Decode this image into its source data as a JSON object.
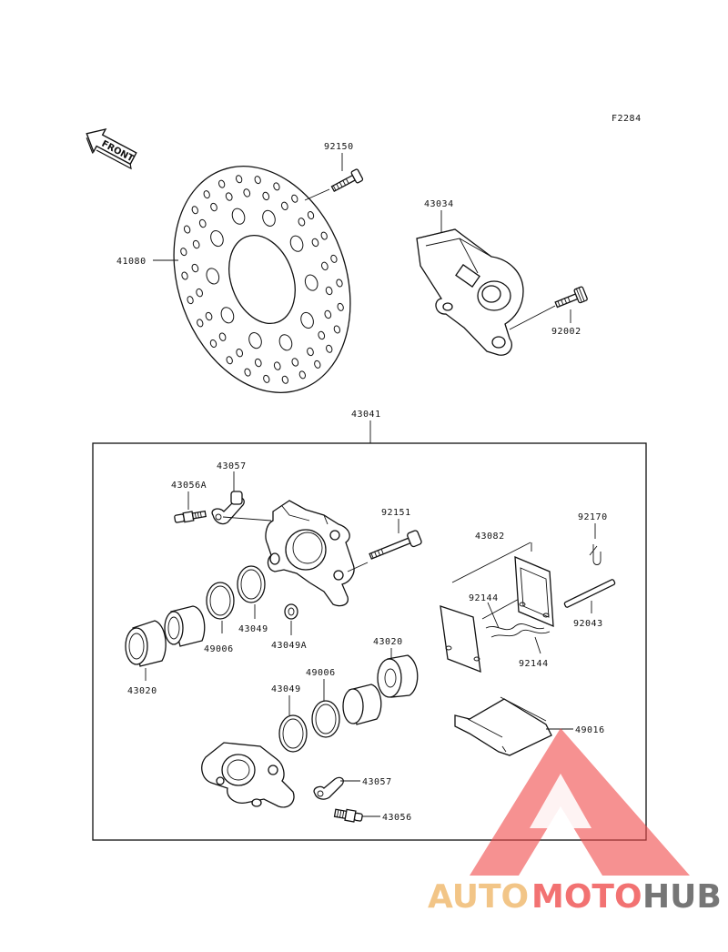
{
  "figure_code": "F2284",
  "front_arrow": "FRONT",
  "parts": {
    "bolt_top": "92150",
    "disc": "41080",
    "bracket": "43034",
    "bracket_bolt": "92002",
    "caliper_assy": "43041",
    "bleeder_a": "43056A",
    "bleeder_cap_top": "43057",
    "caliper_bolt": "92151",
    "pad_set": "43082",
    "pin_clip": "92170",
    "spring_a": "92144",
    "spring_b": "92144",
    "pad_pin": "92043",
    "seal_top": "43049",
    "seal_top_dust": "49006",
    "washer": "43049A",
    "piston_left": "43020",
    "piston_right": "43020",
    "seal_lower": "43049",
    "dust_seal_lower": "49006",
    "pad_spring_plate": "49016",
    "bleeder_cap_lower": "43057",
    "bleeder_lower": "43056"
  },
  "watermark": {
    "part1": "AUTO",
    "part2": "MOTO",
    "part3": "HUB",
    "color1": "#f0b76a",
    "color2": "#f05050",
    "color3": "#555555",
    "triangle": "#f04848"
  }
}
